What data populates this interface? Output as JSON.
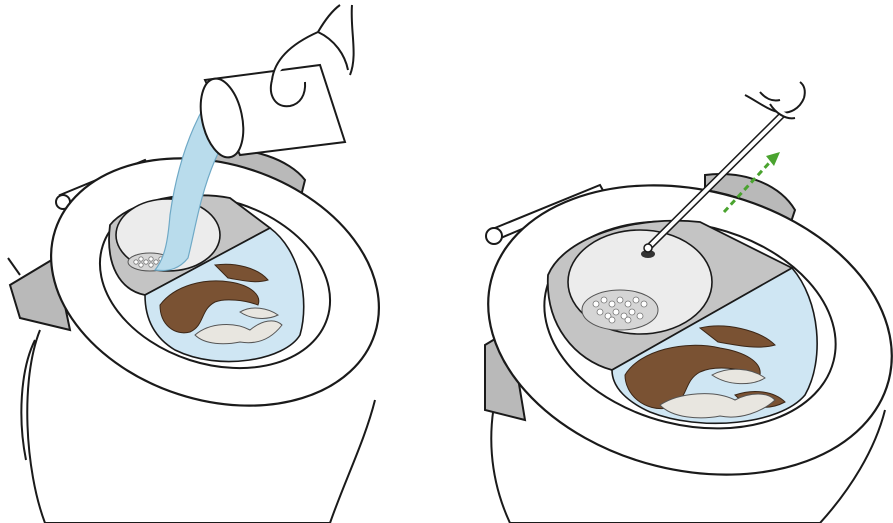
{
  "illustration": {
    "panels": [
      {
        "id": "left",
        "step": "pour-water-into-bowl"
      },
      {
        "id": "right",
        "step": "lift-strainer-with-rod"
      }
    ],
    "colors": {
      "outline": "#1a1a1a",
      "seat": "#ffffff",
      "lid_gray": "#b9b9b9",
      "bowl_inner": "#ececec",
      "water": "#cfe6f3",
      "stream": "#b9dcec",
      "waste": "#7a5233",
      "paper": "#e8e6e0",
      "arrow_green": "#4aa32f"
    },
    "icons": [
      "hand-icon",
      "cup-icon",
      "strainer-icon",
      "lift-arrow-icon",
      "toilet-icon"
    ]
  }
}
